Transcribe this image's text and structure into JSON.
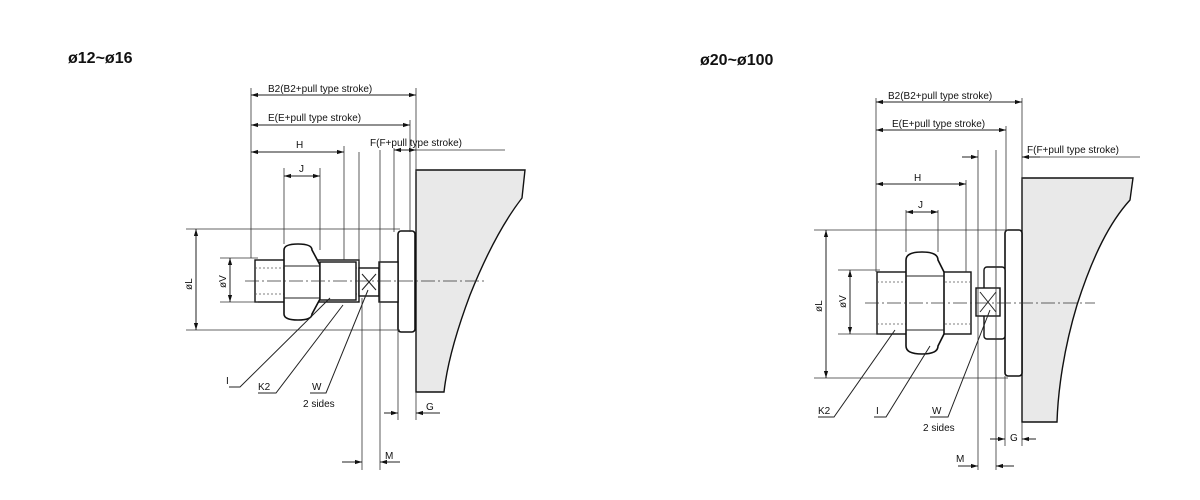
{
  "headings": {
    "left": "ø12~ø16",
    "right": "ø20~ø100"
  },
  "left": {
    "B2": "B2(B2+pull type stroke)",
    "E": "E(E+pull type stroke)",
    "F": "F(F+pull type stroke)",
    "H": "H",
    "J": "J",
    "L": "øL",
    "V": "øV",
    "I": "I",
    "K2": "K2",
    "W": "W",
    "W_sub": "2 sides",
    "G": "G",
    "M": "M"
  },
  "right": {
    "B2": "B2(B2+pull type stroke)",
    "E": "E(E+pull type stroke)",
    "F": "F(F+pull type stroke)",
    "H": "H",
    "J": "J",
    "L": "øL",
    "V": "øV",
    "K2": "K2",
    "I": "I",
    "W": "W",
    "W_sub": "2 sides",
    "G": "G",
    "M": "M"
  }
}
